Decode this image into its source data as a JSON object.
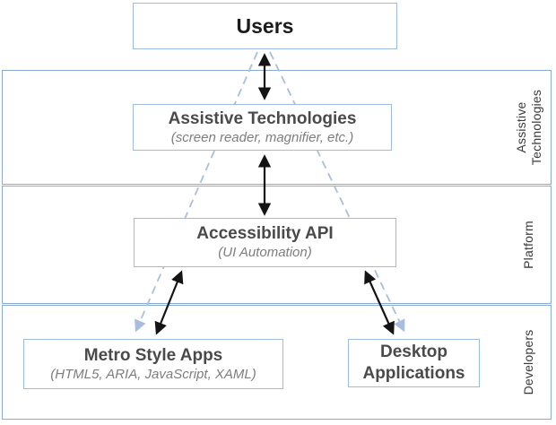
{
  "diagram": {
    "description": "UI Automation accessibility architecture diagram",
    "nodes": {
      "users": {
        "label": "Users"
      },
      "assistive_tech": {
        "label": "Assistive Technologies",
        "sublabel": "(screen reader, magnifier, etc.)"
      },
      "accessibility_api": {
        "label": "Accessibility API",
        "sublabel": "(UI Automation)"
      },
      "metro_apps": {
        "label": "Metro Style Apps",
        "sublabel": "(HTML5, ARIA, JavaScript, XAML)"
      },
      "desktop_apps": {
        "label": "Desktop Applications"
      }
    },
    "bands": [
      {
        "label": "Assistive Technologies"
      },
      {
        "label": "Platform"
      },
      {
        "label": "Developers"
      }
    ],
    "connections": [
      {
        "from": "users",
        "to": "assistive_tech",
        "style": "solid-double-arrow"
      },
      {
        "from": "assistive_tech",
        "to": "accessibility_api",
        "style": "solid-double-arrow"
      },
      {
        "from": "accessibility_api",
        "to": "metro_apps",
        "style": "solid-double-arrow"
      },
      {
        "from": "accessibility_api",
        "to": "desktop_apps",
        "style": "solid-double-arrow"
      },
      {
        "from": "users",
        "to": "metro_apps",
        "style": "dashed-arrow"
      },
      {
        "from": "users",
        "to": "desktop_apps",
        "style": "dashed-arrow"
      }
    ],
    "colors": {
      "band_border": "#8aabd3",
      "box_border": "#9dbce0",
      "arrow_black": "#141414",
      "arrow_dashed": "#a9bedd",
      "title_text": "#4a4a4a",
      "subtitle_text": "#7d7d7d",
      "band_label_text": "#3a3a3a"
    }
  }
}
